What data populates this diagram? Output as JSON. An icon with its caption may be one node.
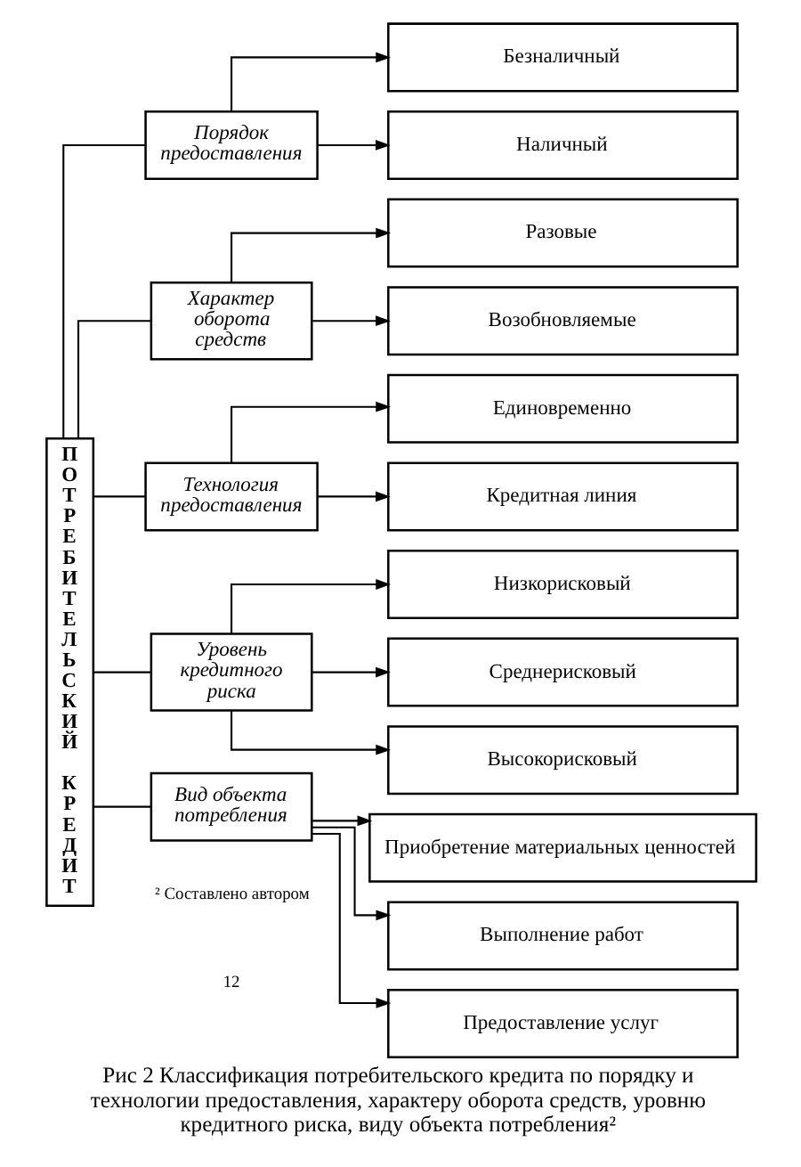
{
  "diagram": {
    "caption": "Рис 2 Классификация потребительского кредита по порядку и технологии предоставления, характеру оборота средств, уровню кредитного риска, виду объекта потребления²",
    "nodes": [
      {
        "text": [
          "ПОТРЕБИТЕЛЬСКИЙ КРЕДИТ"
        ]
      },
      {
        "text": [
          "Порядок предоставления"
        ]
      },
      {
        "text": [
          "Безналичный"
        ]
      },
      {
        "text": [
          "Наличный"
        ]
      },
      {
        "text": [
          "Характер оборота средств"
        ]
      },
      {
        "text": [
          "Разовые"
        ]
      },
      {
        "text": [
          "Возобновляемые"
        ]
      },
      {
        "text": [
          "Технология предоставления"
        ]
      },
      {
        "text": [
          "Единовременно"
        ]
      },
      {
        "text": [
          "Кредитная линия"
        ]
      },
      {
        "text": [
          "Уровень кредитного риска"
        ]
      },
      {
        "text": [
          "Низкорисковый"
        ]
      },
      {
        "text": [
          "Среднерисковый"
        ]
      },
      {
        "text": [
          "Высокорисковый"
        ]
      },
      {
        "text": [
          "Вид объекта потребления"
        ]
      },
      {
        "text": [
          "Приобретение материальных ценностей"
        ]
      },
      {
        "text": [
          "Выполнение работ"
        ]
      },
      {
        "text": [
          "Предоставление услуг"
        ]
      }
    ],
    "edges": [
      {
        "from": 0,
        "to": 1,
        "arrow": "none"
      },
      {
        "from": 0,
        "to": 4,
        "arrow": "none"
      },
      {
        "from": 0,
        "to": 7,
        "arrow": "none"
      },
      {
        "from": 0,
        "to": 10,
        "arrow": "none"
      },
      {
        "from": 0,
        "to": 14,
        "arrow": "none"
      },
      {
        "from": 1,
        "to": 2,
        "arrow": "to"
      },
      {
        "from": 1,
        "to": 3,
        "arrow": "to"
      },
      {
        "from": 4,
        "to": 5,
        "arrow": "to"
      },
      {
        "from": 4,
        "to": 6,
        "arrow": "to"
      },
      {
        "from": 7,
        "to": 8,
        "arrow": "to"
      },
      {
        "from": 7,
        "to": 9,
        "arrow": "to"
      },
      {
        "from": 10,
        "to": 11,
        "arrow": "to"
      },
      {
        "from": 10,
        "to": 12,
        "arrow": "to"
      },
      {
        "from": 10,
        "to": 13,
        "arrow": "to"
      },
      {
        "from": 14,
        "to": 15,
        "arrow": "to"
      },
      {
        "from": 14,
        "to": 16,
        "arrow": "to"
      },
      {
        "from": 14,
        "to": 17,
        "arrow": "to"
      }
    ],
    "labels": [
      "² Составлено автором",
      "12"
    ]
  }
}
